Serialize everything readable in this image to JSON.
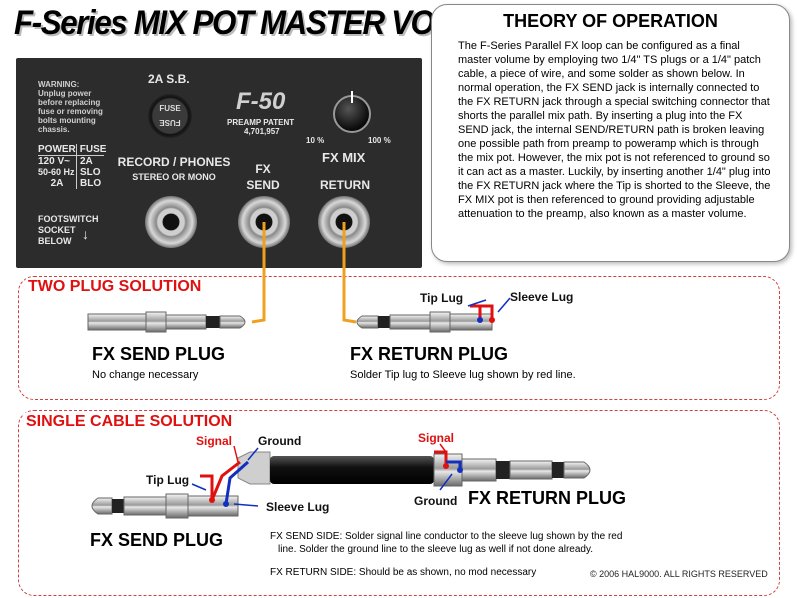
{
  "title": "F-Series MIX POT MASTER VOLUME",
  "amp_panel": {
    "warning": [
      "WARNING:",
      "Unplug power",
      "before replacing",
      "fuse or removing",
      "bolts mounting",
      "chassis."
    ],
    "fuse_label": "2A S.B.",
    "fuse_cap_text": "FUSE",
    "model": "F-50",
    "preamp_patent": "PREAMP PATENT",
    "patent_number": "4,701,957",
    "pot_min": "10 %",
    "pot_max": "100 %",
    "fx_mix": "FX MIX",
    "power_header": "POWER",
    "fuse_header": "FUSE",
    "power_rows": [
      {
        "power": "120 V~",
        "fuse": "2A"
      },
      {
        "power": "50-60 Hz",
        "fuse": "SLO"
      },
      {
        "power": "2A",
        "fuse": "BLO"
      }
    ],
    "record_phones": "RECORD / PHONES",
    "stereo_mono": "STEREO OR MONO",
    "fx_send_1": "FX",
    "fx_send_2": "SEND",
    "return_label": "RETURN",
    "footswitch": [
      "FOOTSWITCH",
      "SOCKET",
      "BELOW"
    ]
  },
  "theory": {
    "title": "THEORY OF OPERATION",
    "body": "The F-Series Parallel FX loop can be configured as a final master volume by employing two 1/4\" TS plugs or a 1/4\" patch cable, a piece of wire, and some solder as shown below.  In normal operation, the FX SEND jack is internally connected to the FX RETURN jack through a special switching connector that shorts the parallel mix path.  By inserting a plug into the FX SEND jack, the internal SEND/RETURN path is broken leaving one possible path from preamp to poweramp which is through the mix pot.  However, the mix pot is not referenced to ground so it can act as a master.  Luckily, by inserting another 1/4\" plug into the FX RETURN jack where the Tip is shorted to the Sleeve, the FX MIX pot is then referenced to ground providing adjustable attenuation to the preamp, also known as a master volume."
  },
  "two_plug": {
    "title": "TWO PLUG SOLUTION",
    "send_plug": "FX SEND PLUG",
    "send_note": "No change necessary",
    "return_plug": "FX RETURN PLUG",
    "return_note": "Solder Tip lug to Sleeve lug shown by red line.",
    "tip_lug": "Tip Lug",
    "sleeve_lug": "Sleeve Lug"
  },
  "single_cable": {
    "title": "SINGLE CABLE SOLUTION",
    "signal": "Signal",
    "ground": "Ground",
    "tip_lug": "Tip Lug",
    "sleeve_lug": "Sleeve Lug",
    "signal_right": "Signal",
    "ground_right": "Ground",
    "return_plug": "FX RETURN PLUG",
    "send_plug": "FX SEND PLUG",
    "send_side_note_1": "FX SEND SIDE: Solder signal line conductor to the sleeve lug shown by the red",
    "send_side_note_2": "line.  Solder the ground line to the sleeve lug as well if not done already.",
    "return_side_note": "FX RETURN SIDE: Should be as shown, no mod necessary",
    "copyright": "© 2006 HAL9000. ALL RIGHTS RESERVED"
  },
  "colors": {
    "accent_red": "#e01010",
    "wire_orange": "#f0a020",
    "wire_blue": "#1030c0"
  }
}
